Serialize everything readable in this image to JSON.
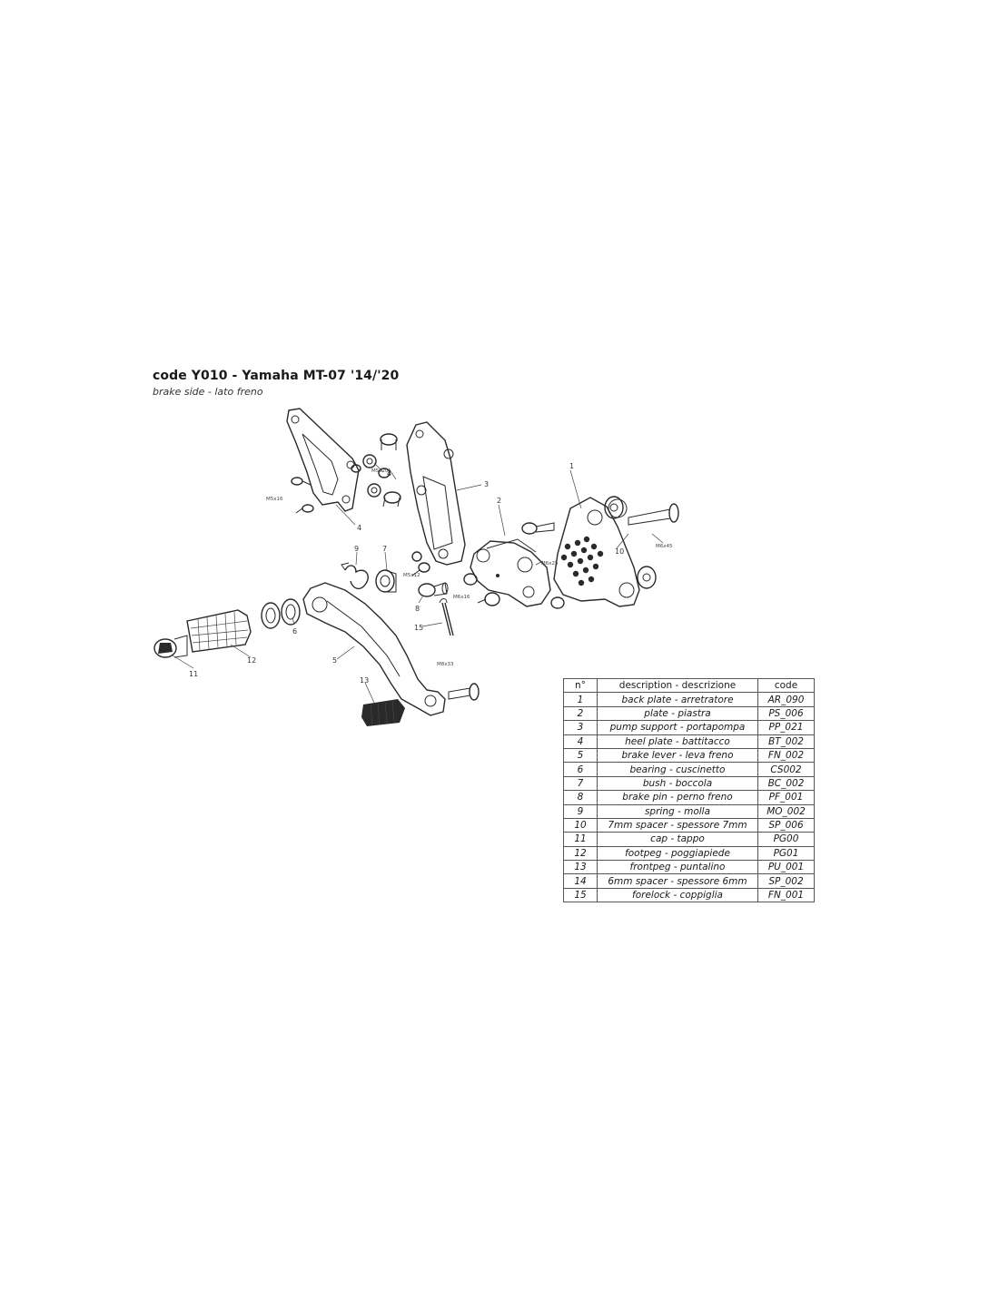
{
  "header": {
    "title": "code Y010 - Yamaha MT-07 '14/'20",
    "subtitle": "brake side - lato freno"
  },
  "callouts": {
    "n1": "1",
    "n2": "2",
    "n3": "3",
    "n4": "4",
    "n4b": "4",
    "n5": "5",
    "n6": "6",
    "n7": "7",
    "n8": "8",
    "n9": "9",
    "n10": "10",
    "n11": "11",
    "n12": "12",
    "n13": "13",
    "n15": "15"
  },
  "screws": {
    "m5x20": "M5x20",
    "m5x16": "M5x16",
    "m5x12": "M5x12",
    "m6x25": "M6x25",
    "m6x16": "M6x16",
    "m6x45": "M6x45",
    "m8x33": "M8x33"
  },
  "parts_table": {
    "headers": [
      "n°",
      "description - descrizione",
      "code"
    ],
    "rows": [
      [
        "1",
        "back plate - arretratore",
        "AR_090"
      ],
      [
        "2",
        "plate - piastra",
        "PS_006"
      ],
      [
        "3",
        "pump support - portapompa",
        "PP_021"
      ],
      [
        "4",
        "heel plate - battitacco",
        "BT_002"
      ],
      [
        "5",
        "brake lever - leva freno",
        "FN_002"
      ],
      [
        "6",
        "bearing - cuscinetto",
        "CS002"
      ],
      [
        "7",
        "bush - boccola",
        "BC_002"
      ],
      [
        "8",
        "brake pin - perno freno",
        "PF_001"
      ],
      [
        "9",
        "spring - molla",
        "MO_002"
      ],
      [
        "10",
        "7mm spacer - spessore 7mm",
        "SP_006"
      ],
      [
        "11",
        "cap - tappo",
        "PG00"
      ],
      [
        "12",
        "footpeg - poggiapiede",
        "PG01"
      ],
      [
        "13",
        "frontpeg - puntalino",
        "PU_001"
      ],
      [
        "14",
        "6mm spacer - spessore 6mm",
        "SP_002"
      ],
      [
        "15",
        "forelock - coppiglia",
        "FN_001"
      ]
    ]
  }
}
